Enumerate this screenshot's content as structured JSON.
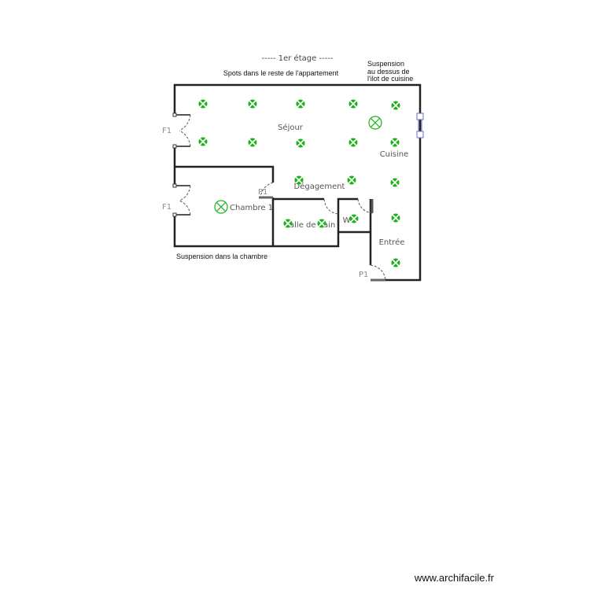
{
  "title": "----- 1er étage -----",
  "notes": {
    "spots": "Spots dans le reste de l'appartement",
    "suspension_kitchen": [
      "Suspension",
      "au dessus de",
      "l'ilot de cuisine"
    ],
    "suspension_bedroom": "Suspension dans la chambre"
  },
  "rooms": {
    "sejour": "Séjour",
    "cuisine": "Cuisine",
    "degagement": "Dégagement",
    "chambre": "Chambre 1",
    "salle": "Salle de bain",
    "wc": "WC",
    "entree": "Entrée"
  },
  "openings": {
    "window": "F1",
    "door": "P1"
  },
  "colors": {
    "fixture": "#1db31d",
    "wall": "#222222",
    "window_frame": "#6a6ad0"
  },
  "icons": {
    "spot": "spot-light-icon",
    "suspension": "pendant-light-icon"
  },
  "watermark": "www.archifacile.fr"
}
